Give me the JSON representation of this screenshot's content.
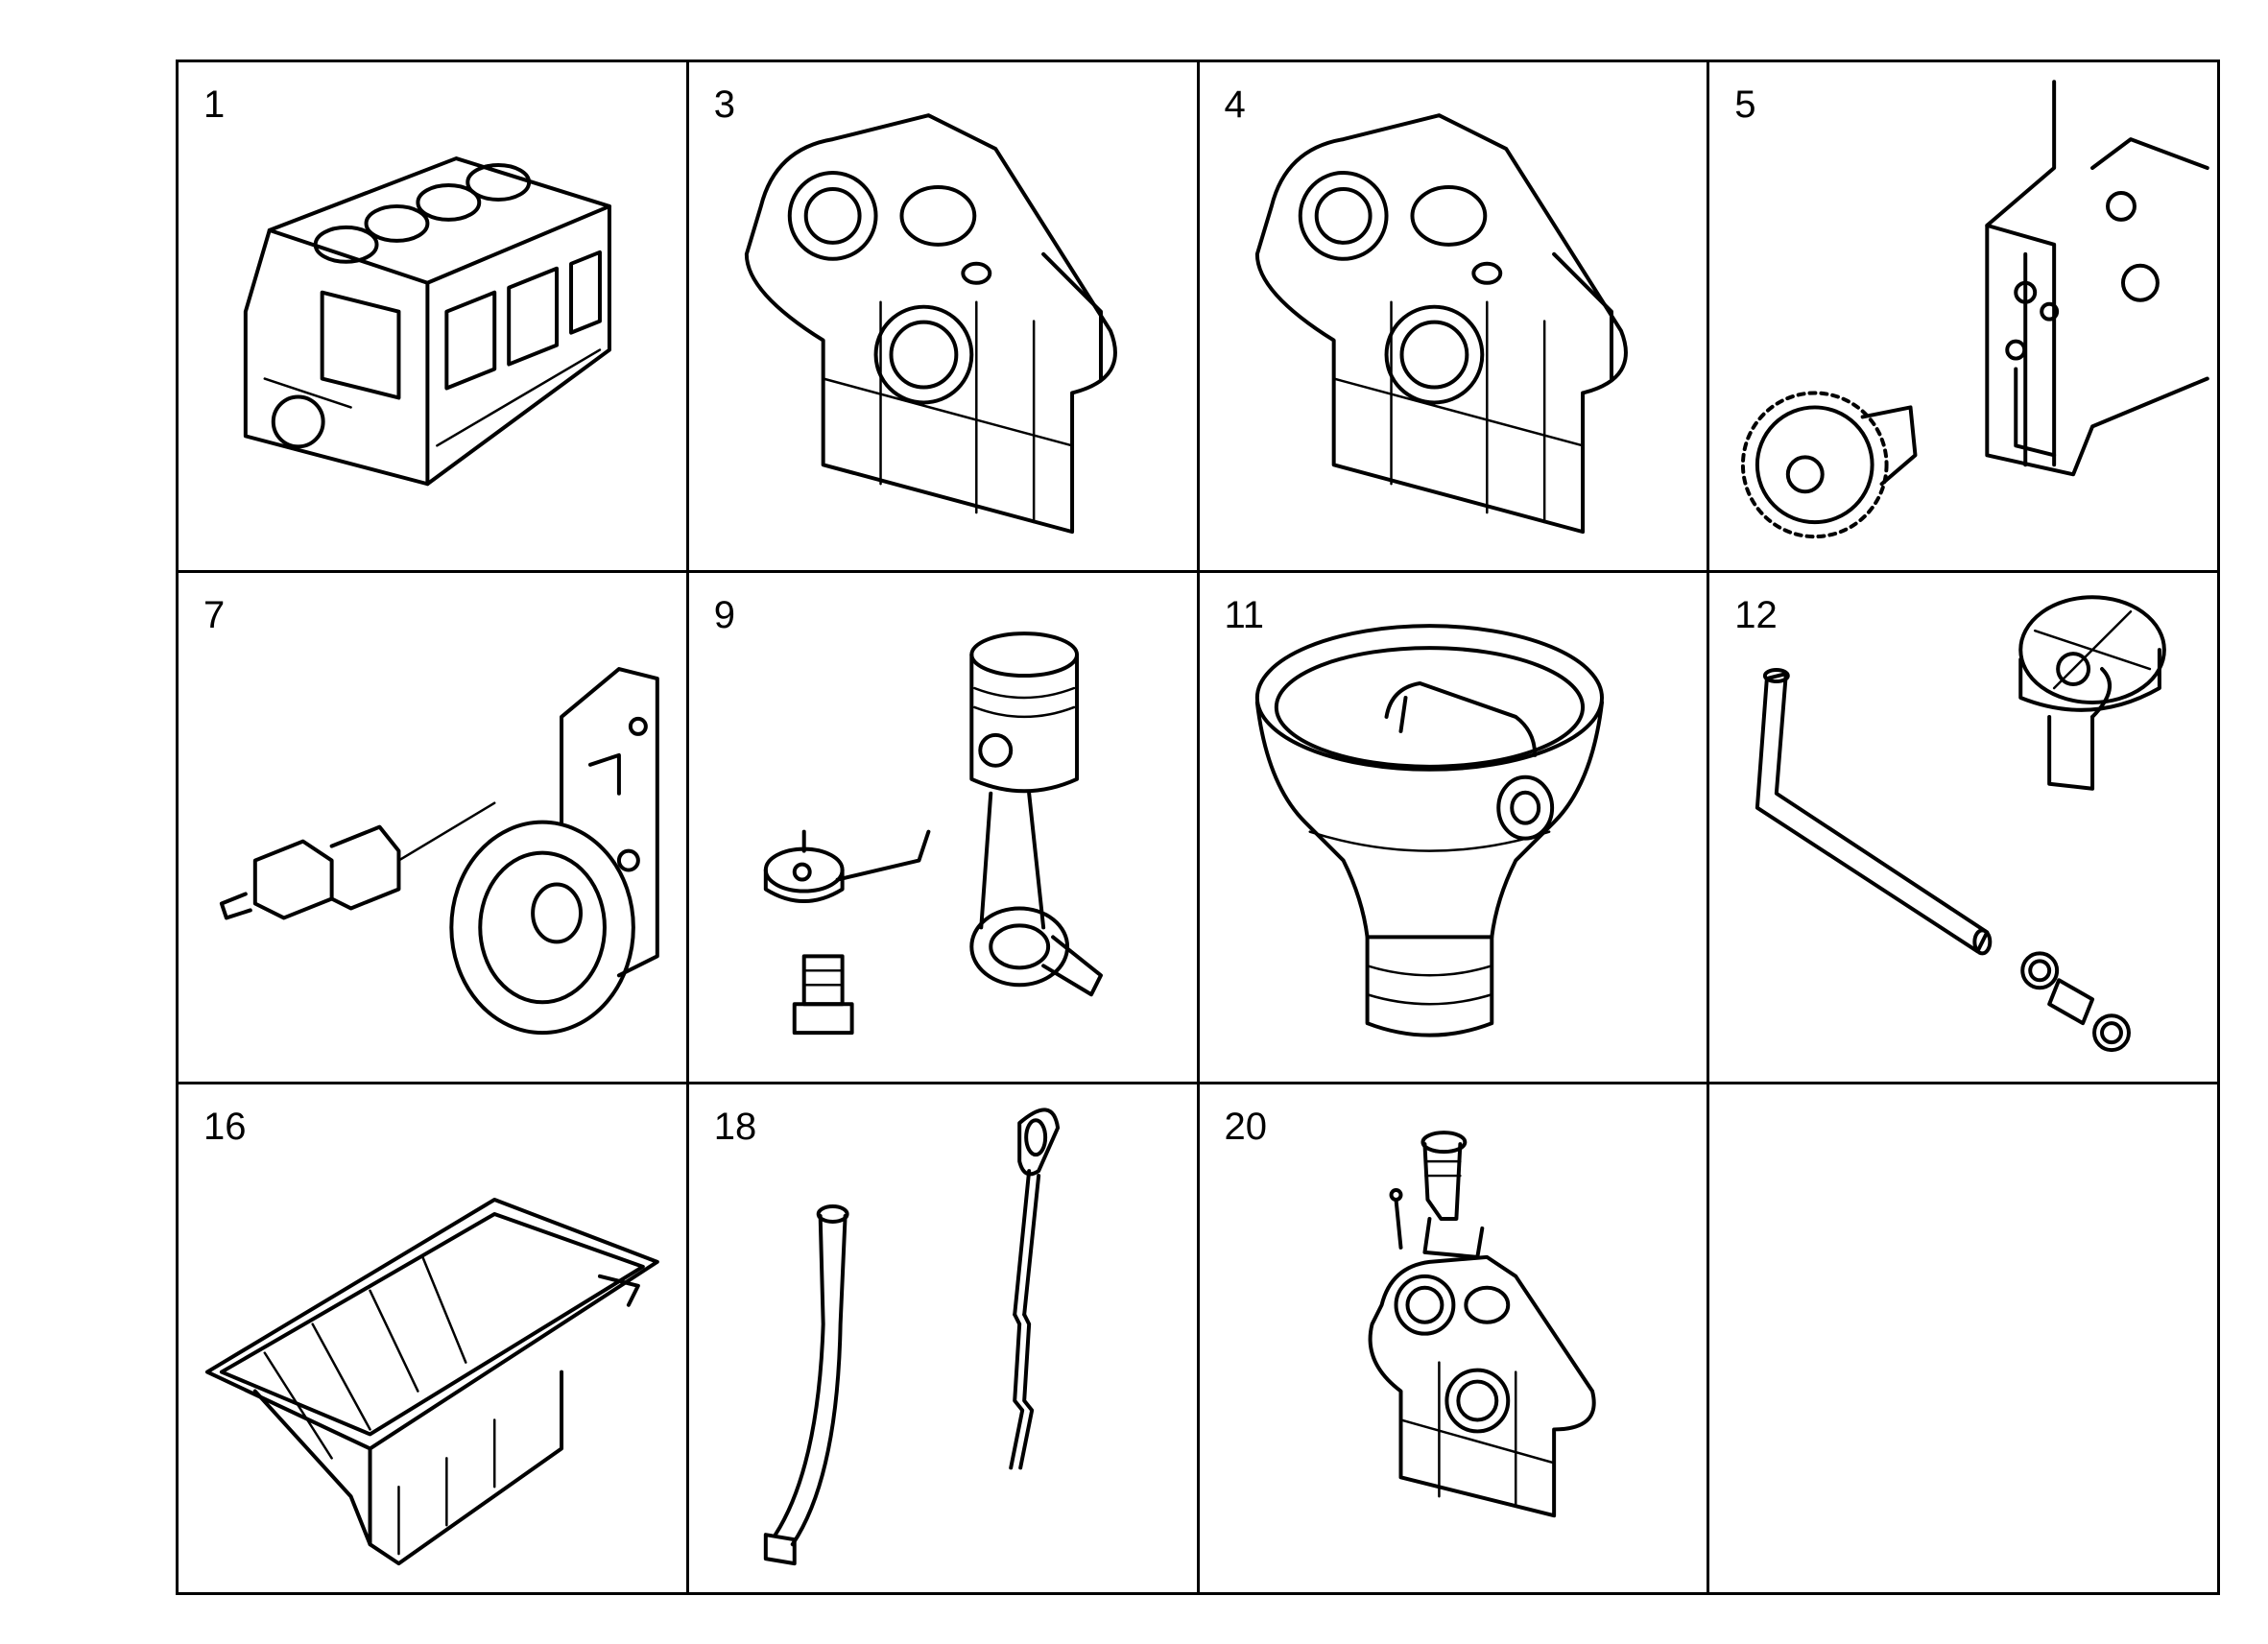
{
  "cells": [
    {
      "number": "1",
      "icon": "engine-block-icon"
    },
    {
      "number": "3",
      "icon": "timing-cover-icon"
    },
    {
      "number": "4",
      "icon": "timing-cover-icon"
    },
    {
      "number": "5",
      "icon": "idler-gear-housing-icon"
    },
    {
      "number": "7",
      "icon": "oil-pressure-sensor-icon"
    },
    {
      "number": "9",
      "icon": "piston-cooling-nozzle-icon"
    },
    {
      "number": "11",
      "icon": "oil-filter-funnel-icon"
    },
    {
      "number": "12",
      "icon": "breather-pipe-icon"
    },
    {
      "number": "16",
      "icon": "oil-pan-icon"
    },
    {
      "number": "18",
      "icon": "dipstick-tube-icon"
    },
    {
      "number": "20",
      "icon": "oil-filler-cover-icon"
    },
    {
      "number": "",
      "icon": ""
    }
  ]
}
